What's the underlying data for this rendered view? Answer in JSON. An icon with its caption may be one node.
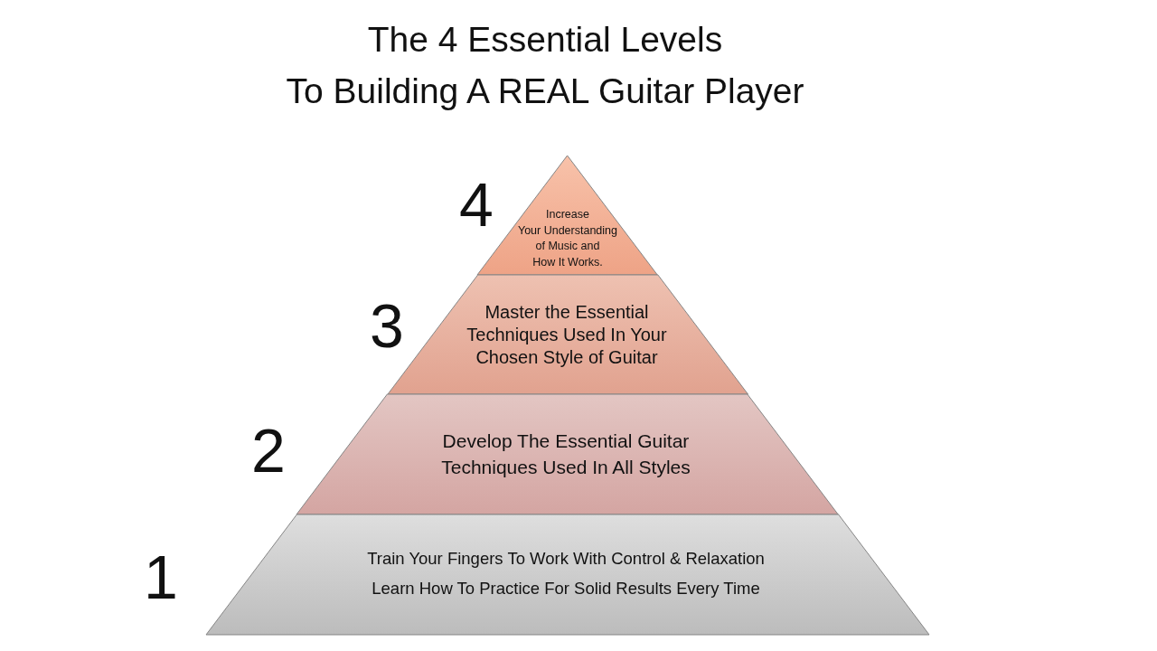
{
  "diagram": {
    "title": "The 4 Essential Levels To Building A REAL Guitar Player",
    "nodes": [
      {
        "text": [
          "Increase Your Understanding of Music and How It Works."
        ],
        "beside": [
          "4"
        ]
      },
      {
        "text": [
          "Master the Essential Techniques Used In Your Chosen Style of Guitar"
        ],
        "beside": [
          "3"
        ]
      },
      {
        "text": [
          "Develop The Essential Guitar Techniques Used In All Styles"
        ],
        "beside": [
          "2"
        ]
      },
      {
        "text": [
          "Train Your Fingers To Work With Control & Relaxation",
          "Learn How To Practice For Solid Results Every Time"
        ],
        "beside": [
          "1"
        ]
      }
    ]
  }
}
